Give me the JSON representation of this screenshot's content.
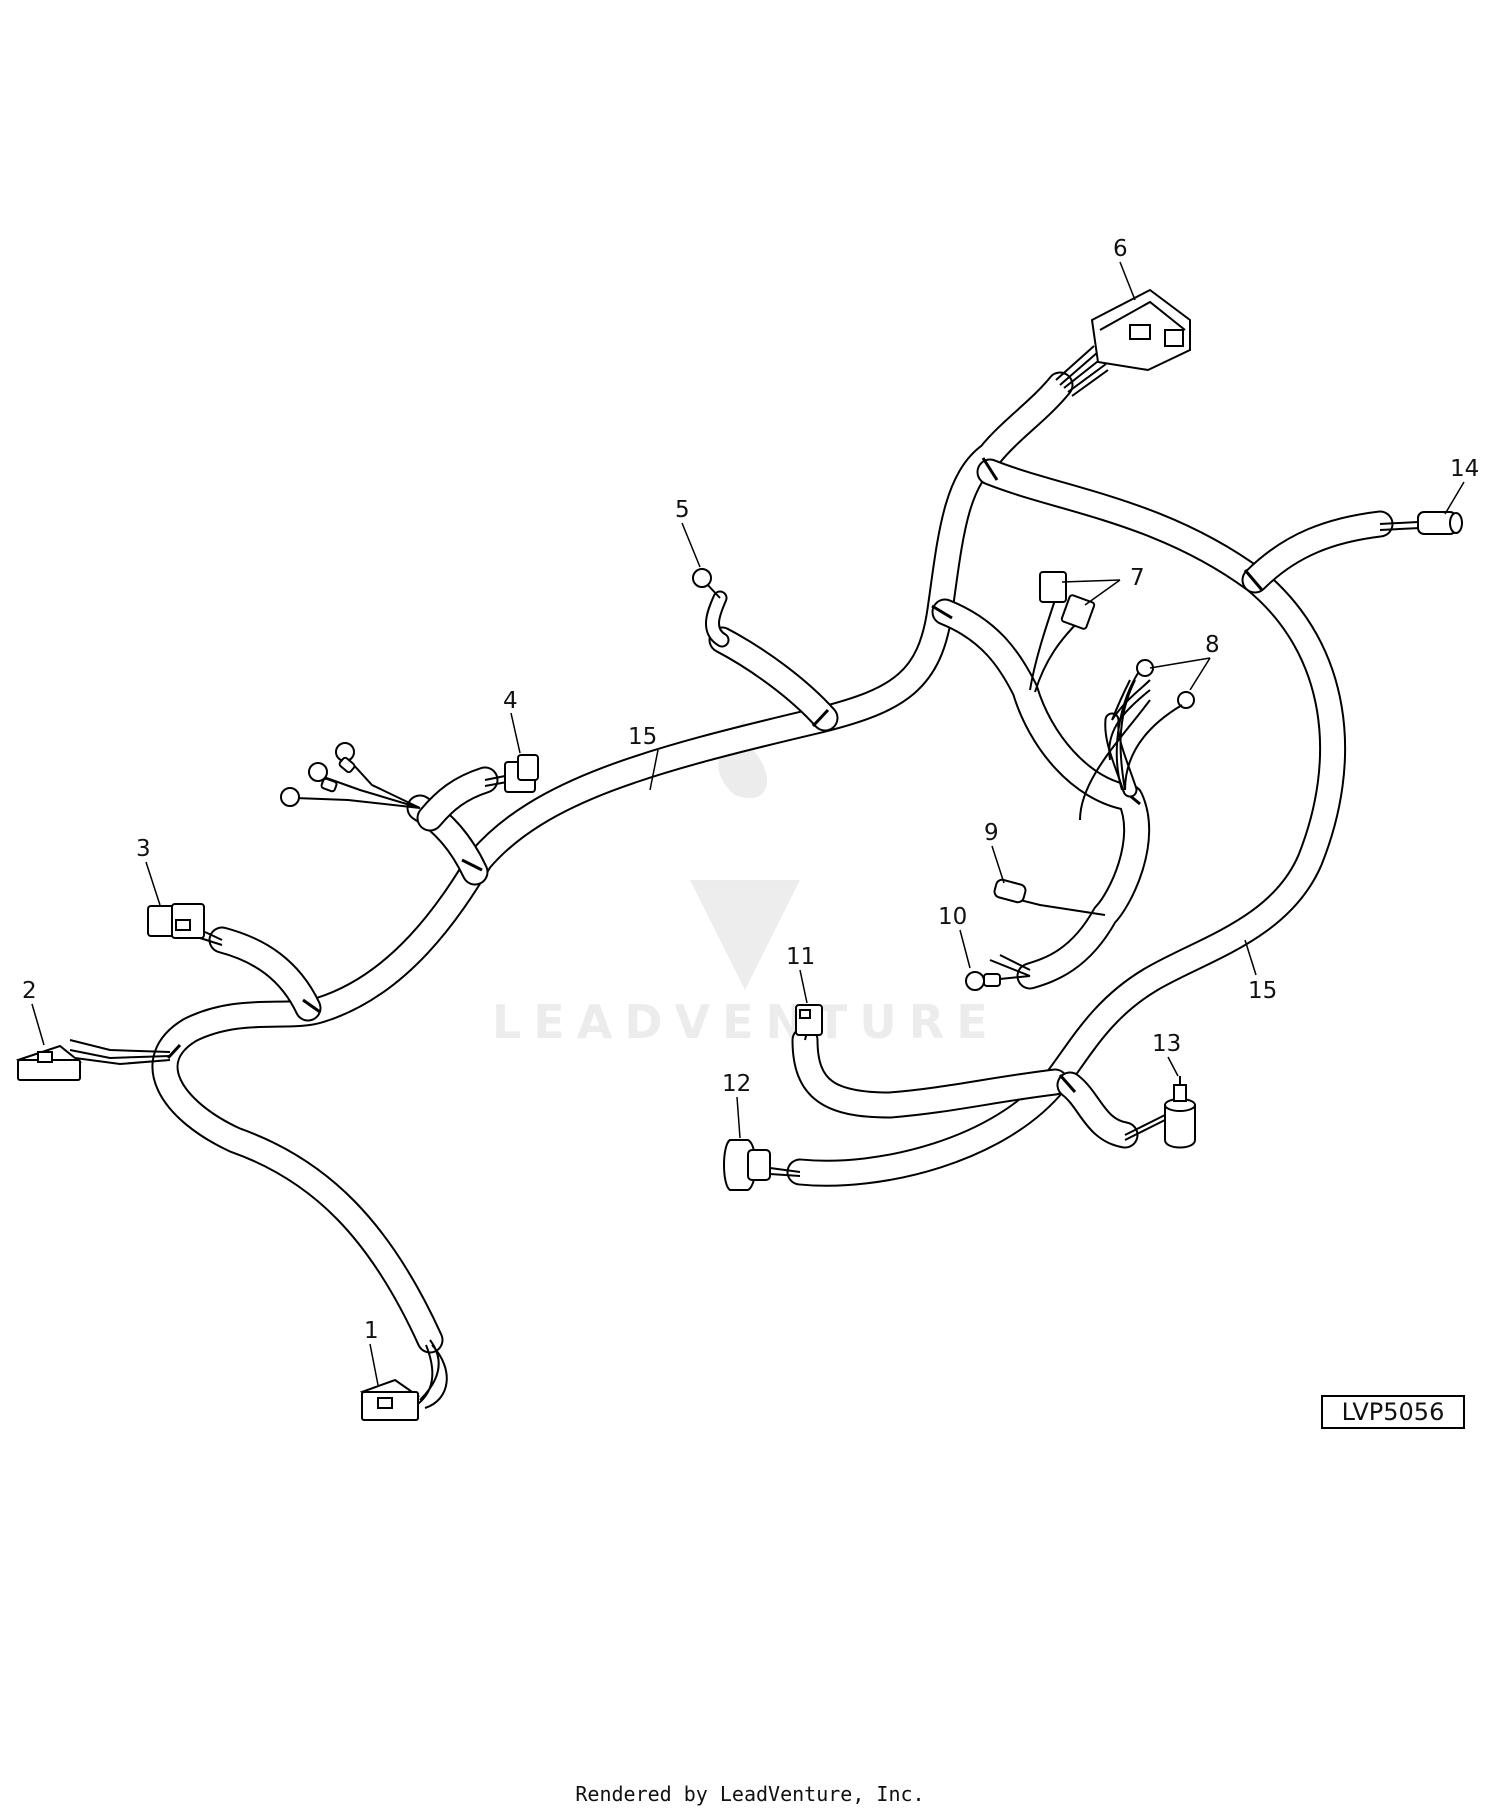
{
  "diagram": {
    "callouts": [
      {
        "id": "1",
        "text": "1"
      },
      {
        "id": "2",
        "text": "2"
      },
      {
        "id": "3",
        "text": "3"
      },
      {
        "id": "4",
        "text": "4"
      },
      {
        "id": "5",
        "text": "5"
      },
      {
        "id": "6",
        "text": "6"
      },
      {
        "id": "7",
        "text": "7"
      },
      {
        "id": "8",
        "text": "8"
      },
      {
        "id": "9",
        "text": "9"
      },
      {
        "id": "10",
        "text": "10"
      },
      {
        "id": "11",
        "text": "11"
      },
      {
        "id": "12",
        "text": "12"
      },
      {
        "id": "13",
        "text": "13"
      },
      {
        "id": "14",
        "text": "14"
      },
      {
        "id": "15a",
        "text": "15"
      },
      {
        "id": "15b",
        "text": "15"
      }
    ],
    "reference_code": "LVP5056",
    "watermark": "LEADVENTURE"
  },
  "footer": {
    "credit": "Rendered by LeadVenture, Inc."
  }
}
